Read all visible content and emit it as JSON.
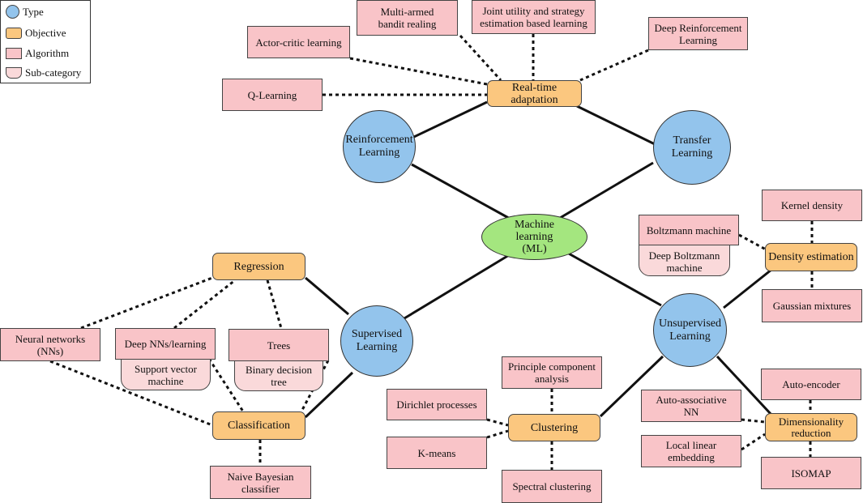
{
  "legend": {
    "type": "Type",
    "objective": "Objective",
    "algorithm": "Algorithm",
    "subcategory": "Sub-category"
  },
  "center": "Machine\nlearning\n(ML)",
  "types": {
    "reinforcement": "Reinforcement\nLearning",
    "transfer": "Transfer\nLearning",
    "supervised": "Supervised\nLearning",
    "unsupervised": "Unsupervised\nLearning"
  },
  "objectives": {
    "realtime": "Real-time adaptation",
    "regression": "Regression",
    "classification": "Classification",
    "clustering": "Clustering",
    "density": "Density estimation",
    "dimensionality": "Dimensionality\nreduction"
  },
  "algorithms": {
    "multiarmed": "Multi-armed\nbandit realing",
    "joint_utility": "Joint utility and strategy\nestimation based learning",
    "deep_rl": "Deep Reinforcement\nLearning",
    "actor_critic": "Actor-critic learning",
    "q_learning": "Q-Learning",
    "neural_networks": "Neural networks\n(NNs)",
    "deep_nns": "Deep NNs/learning",
    "trees": "Trees",
    "naive_bayes": "Naive Bayesian\nclassifier",
    "kernel_density": "Kernel density",
    "boltzmann": "Boltzmann machine",
    "gaussian": "Gaussian mixtures",
    "pca": "Principle component\nanalysis",
    "dirichlet": "Dirichlet processes",
    "kmeans": "K-means",
    "spectral": "Spectral clustering",
    "autoencoder": "Auto-encoder",
    "auto_assoc": "Auto-associative\nNN",
    "lle": "Local linear\nembedding",
    "isomap": "ISOMAP"
  },
  "subcategories": {
    "svm": "Support vector\nmachine",
    "binary_tree": "Binary decision\ntree",
    "deep_boltzmann": "Deep Boltzmann\nmachine"
  }
}
